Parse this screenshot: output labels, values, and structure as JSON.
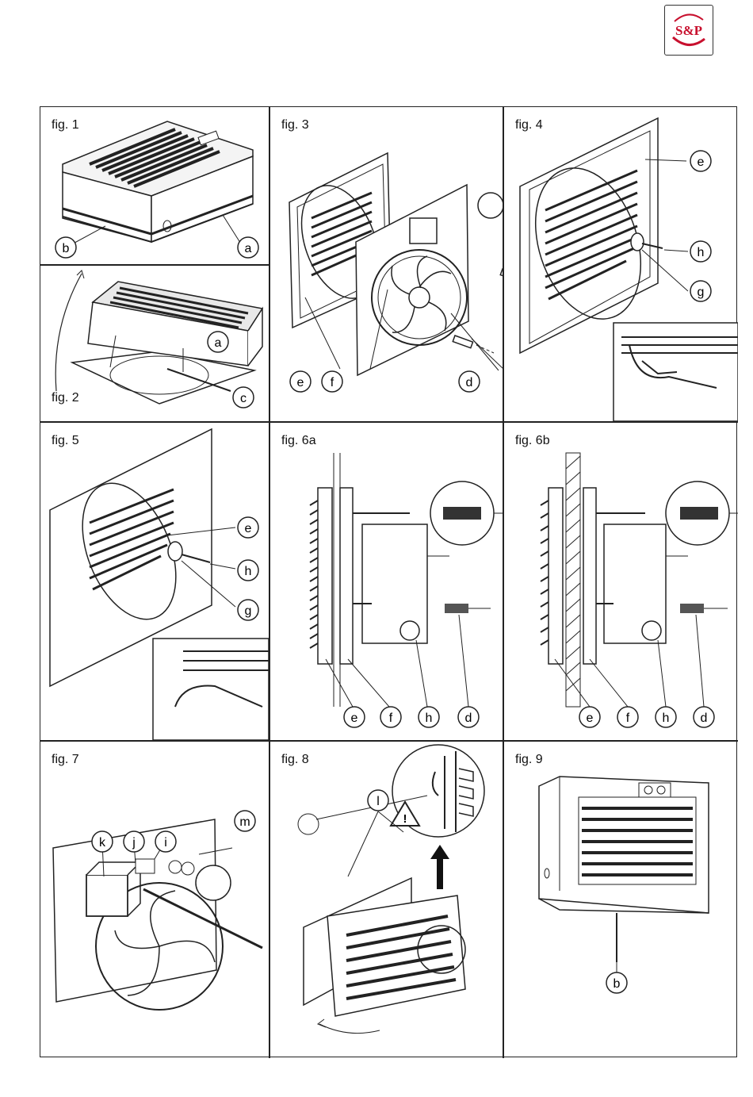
{
  "brand": {
    "logo_text": "S&P"
  },
  "figures": {
    "fig1": {
      "title": "fig. 1",
      "callouts": [
        "b",
        "a"
      ]
    },
    "fig2": {
      "title": "fig. 2",
      "callouts": [
        "a",
        "c"
      ]
    },
    "fig3": {
      "title": "fig. 3",
      "callouts": [
        "e",
        "f",
        "d"
      ]
    },
    "fig4": {
      "title": "fig. 4",
      "callouts": [
        "e",
        "h",
        "g"
      ]
    },
    "fig5": {
      "title": "fig. 5",
      "callouts": [
        "e",
        "h",
        "g"
      ]
    },
    "fig6a": {
      "title": "fig. 6a",
      "callouts": [
        "e",
        "f",
        "h",
        "d"
      ]
    },
    "fig6b": {
      "title": "fig. 6b",
      "callouts": [
        "e",
        "f",
        "h",
        "d"
      ]
    },
    "fig7": {
      "title": "fig. 7",
      "callouts": [
        "k",
        "j",
        "i",
        "m"
      ]
    },
    "fig8": {
      "title": "fig. 8",
      "callouts": [
        "l"
      ],
      "warning_symbol": "!"
    },
    "fig9": {
      "title": "fig. 9",
      "callouts": [
        "b"
      ]
    }
  }
}
